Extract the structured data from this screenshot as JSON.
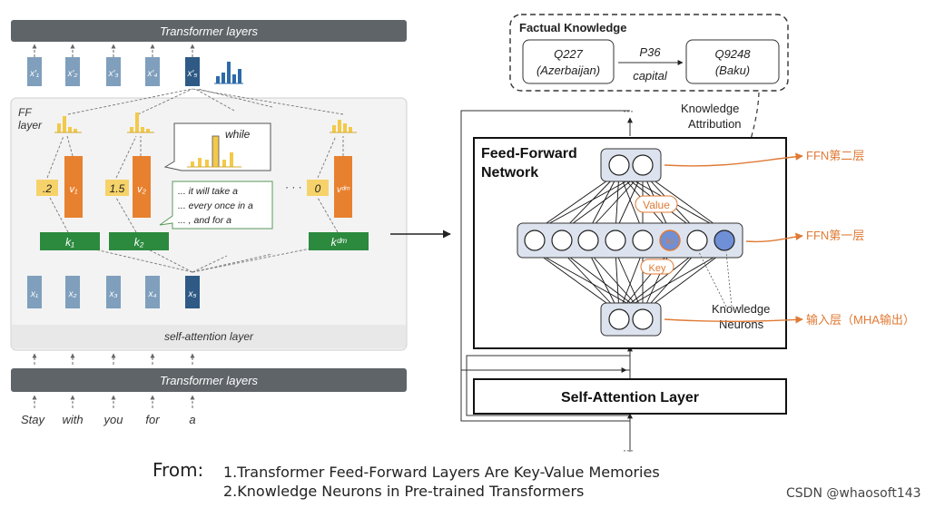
{
  "left": {
    "top_bar": "Transformer layers",
    "bottom_bar": "Transformer layers",
    "ff_layer_label": [
      "FF",
      "layer"
    ],
    "self_attention": "self-attention layer",
    "tokens": [
      "Stay",
      "with",
      "you",
      "for",
      "a"
    ],
    "x_top": [
      "x′₁",
      "x′₂",
      "x′₃",
      "x′₄",
      "x′₅"
    ],
    "x_bottom": [
      "x₁",
      "x₂",
      "x₃",
      "x₄",
      "x₅"
    ],
    "coefficients": [
      ".2",
      "1.5",
      "0"
    ],
    "values": [
      "v₁",
      "v₂",
      "vᵈᵐ"
    ],
    "keys": [
      "k₁",
      "k₂",
      "kᵈᵐ"
    ],
    "dots": "· · ·",
    "callout_word": "while",
    "callout_lines": [
      "... it will take a",
      "... every once in a",
      "... , and for a"
    ]
  },
  "right": {
    "factual_title": "Factual Knowledge",
    "subject_id": "Q227",
    "subject_name": "(Azerbaijan)",
    "relation_id": "P36",
    "relation_name": "capital",
    "object_id": "Q9248",
    "object_name": "(Baku)",
    "attribution": [
      "Knowledge",
      "Attribution"
    ],
    "ffn_title": [
      "Feed-Forward",
      "Network"
    ],
    "value_label": "Value",
    "key_label": "Key",
    "neuron_label": "ki",
    "knowledge_neurons": [
      "Knowledge",
      "Neurons"
    ],
    "self_attention_layer": "Self-Attention Layer",
    "dots": "···",
    "ann_ffn2": "FFN第二层",
    "ann_ffn1": "FFN第一层",
    "ann_input": "输入层（MHA输出）"
  },
  "footer": {
    "from": "From:",
    "refs": [
      "1.Transformer Feed-Forward Layers Are Key-Value Memories",
      "2.Knowledge Neurons in Pre-trained Transformers"
    ]
  },
  "watermark": "CSDN @whaosoft143",
  "colors": {
    "bar": "#5f6468",
    "x_box": "#7f9fbd",
    "x_highlight": "#2e5a85",
    "value_box": "#e8812f",
    "key_box": "#2b8a3e",
    "hist": "#f3c94a",
    "accent": "#e07a35",
    "neuron_active": "#6f8fd6"
  }
}
